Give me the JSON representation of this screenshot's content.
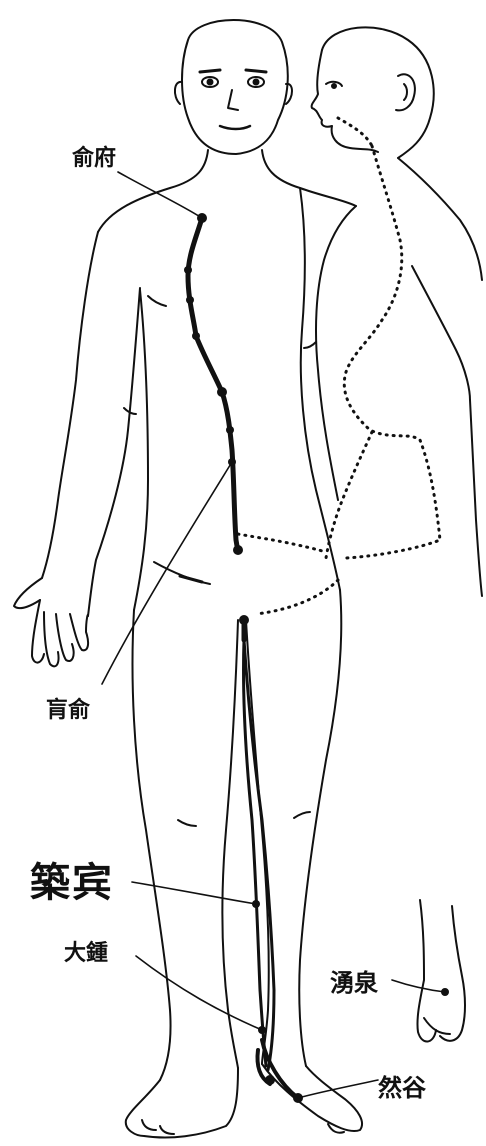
{
  "figure": {
    "points": [
      {
        "id": "shufu",
        "label": "俞府"
      },
      {
        "id": "huangshu",
        "label": "肓俞"
      },
      {
        "id": "zhubin",
        "label": "築宾"
      },
      {
        "id": "dazhong",
        "label": "大鍾"
      },
      {
        "id": "yongquan",
        "label": "湧泉"
      },
      {
        "id": "rangu",
        "label": "然谷"
      }
    ]
  },
  "colors": {
    "line": "#111111",
    "background": "#ffffff"
  },
  "icons": [
    "front-body-outline-icon",
    "side-body-outline-icon",
    "foot-sole-icon"
  ]
}
